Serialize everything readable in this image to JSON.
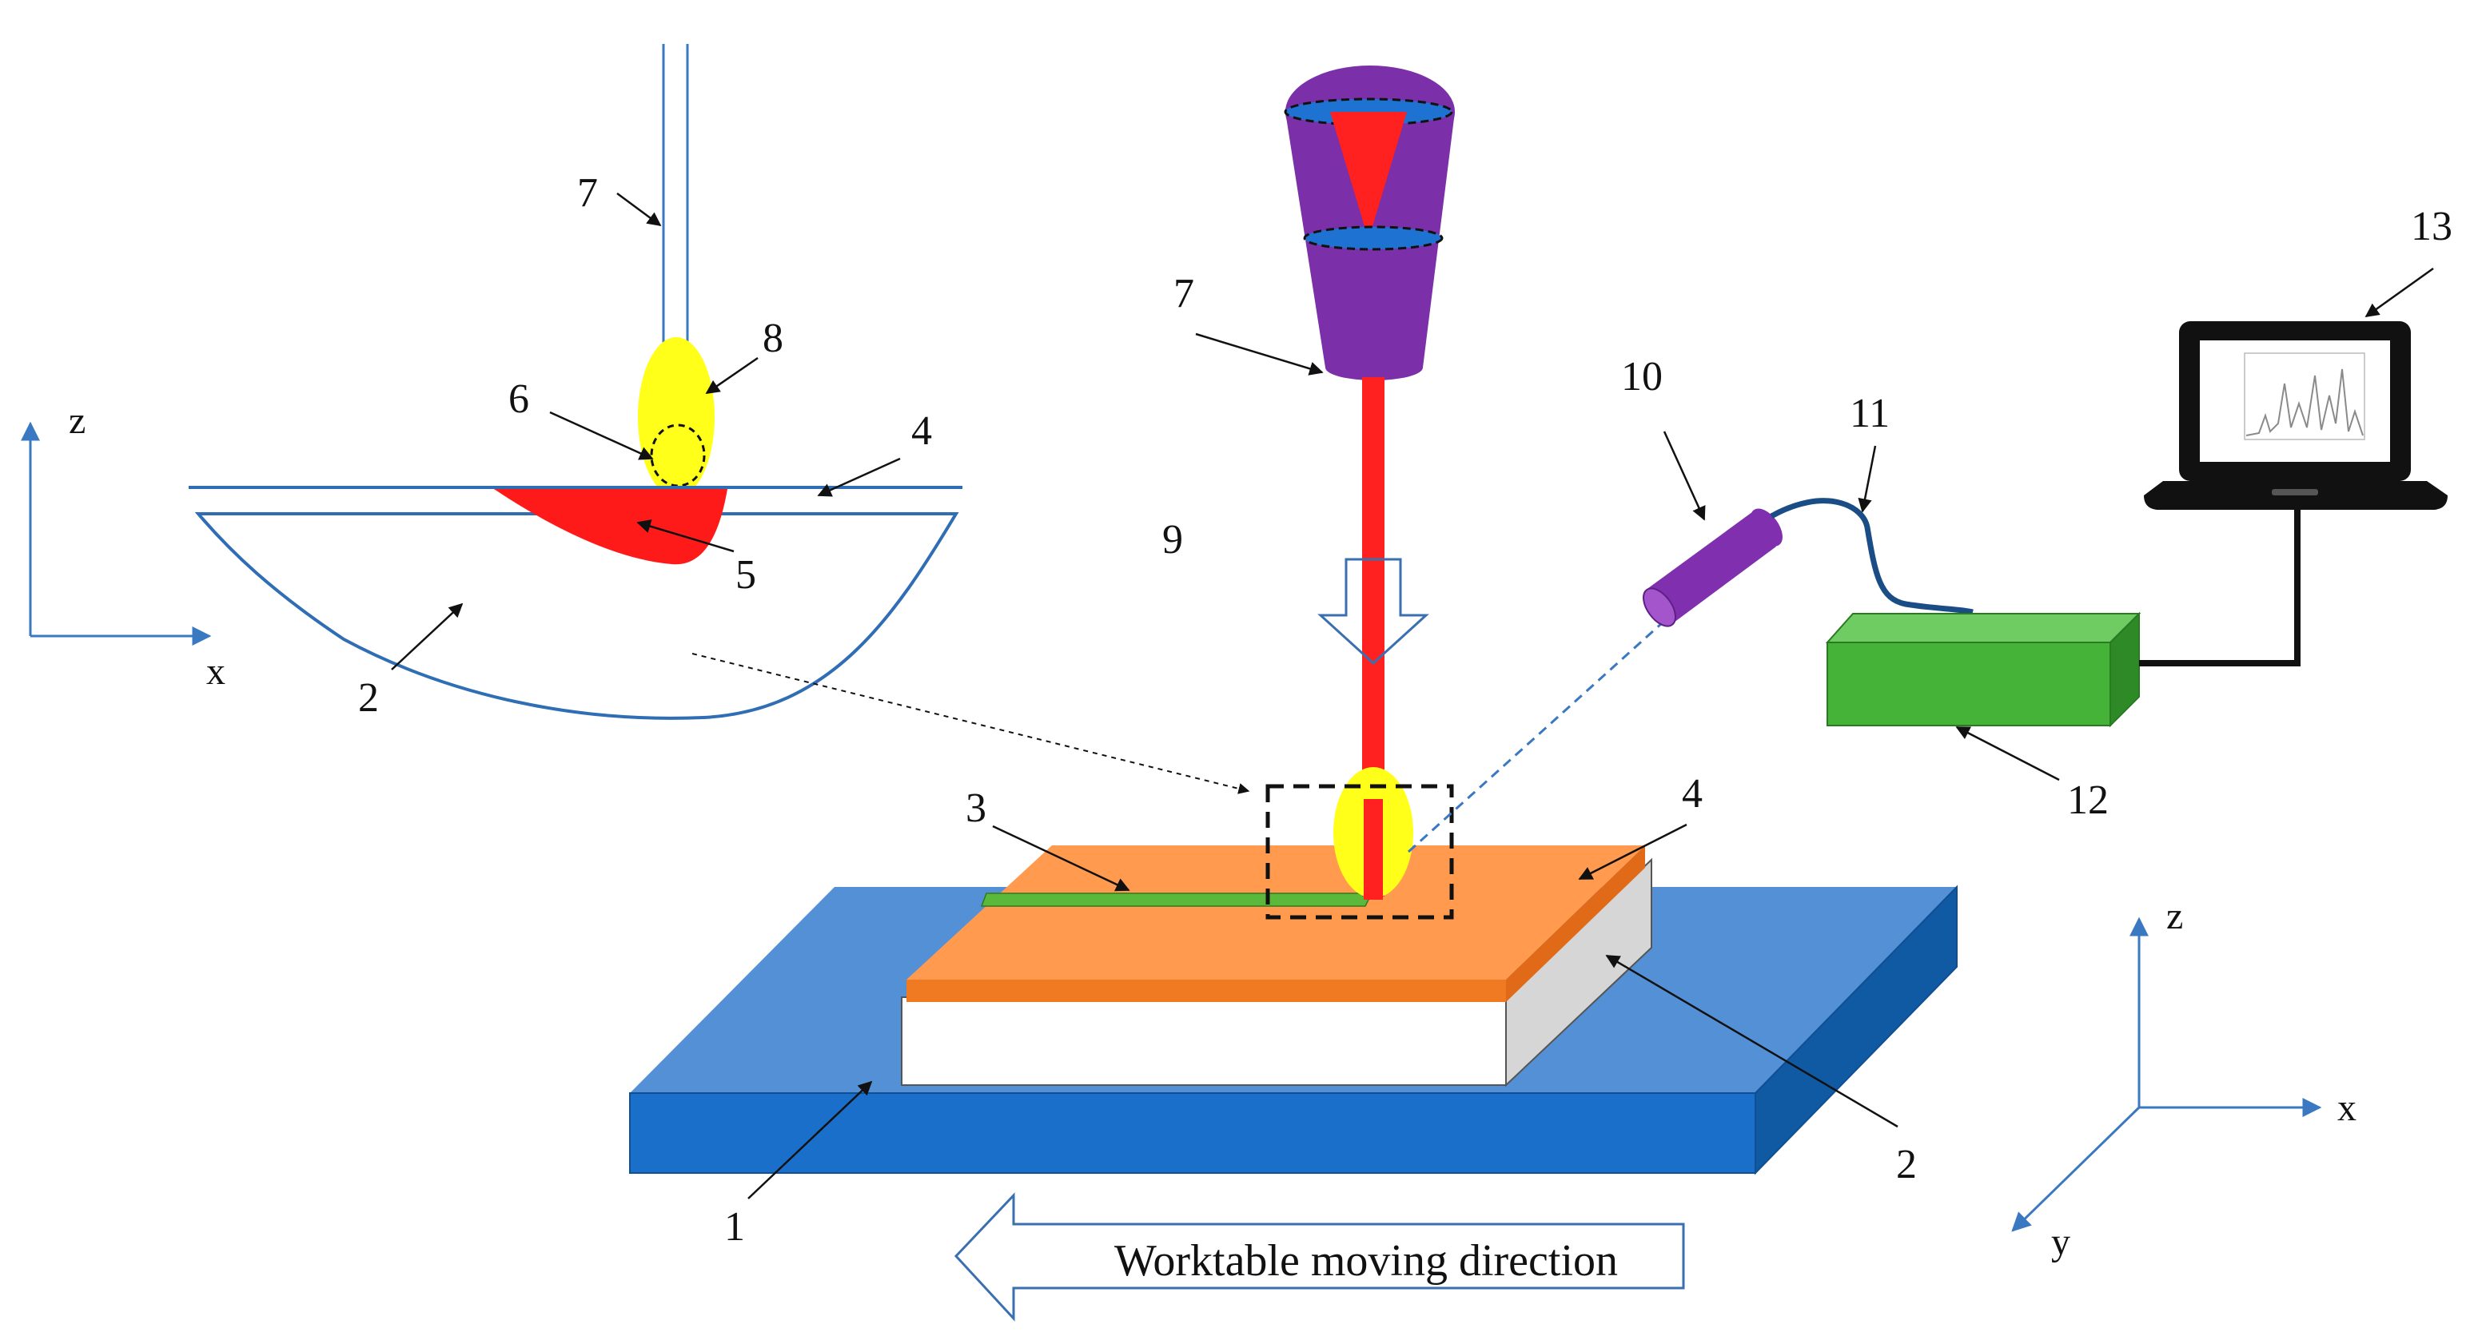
{
  "labels": {
    "worktable": "1",
    "substrate_detail": "2",
    "substrate_main": "2",
    "track": "3",
    "coating_detail": "4",
    "coating_main": "4",
    "molten_pool": "5",
    "focus_spot": "6",
    "laser_head_detail": "7",
    "laser_head_main": "7",
    "plasma_detail": "8",
    "laser_beam": "9",
    "collector": "10",
    "fiber": "11",
    "spectrometer": "12",
    "computer": "13"
  },
  "axes_left": {
    "z": "z",
    "x": "x"
  },
  "axes_right": {
    "z": "z",
    "x": "x",
    "y": "y"
  },
  "moving_direction": "Worktable moving direction",
  "colors": {
    "table_top": "#5490d6",
    "table_front": "#1a6fca",
    "table_side": "#0f5aa3",
    "coating_top": "#ff9a4e",
    "coating_edge": "#f07a22",
    "coating_side": "#e06a18",
    "substrate_front": "#ffffff",
    "substrate_side": "#d6d6d6",
    "track": "#5cb83a",
    "laser": "#ff2020",
    "plasma": "#ffff1a",
    "laser_head": "#7b2fa8",
    "lens": "#1e73d2",
    "spectrometer_front": "#44b338",
    "spectrometer_top": "#6fcc62",
    "spectrometer_side": "#2d8a27",
    "fiber": "#1a4d86",
    "outline_blue": "#2f6db5"
  }
}
